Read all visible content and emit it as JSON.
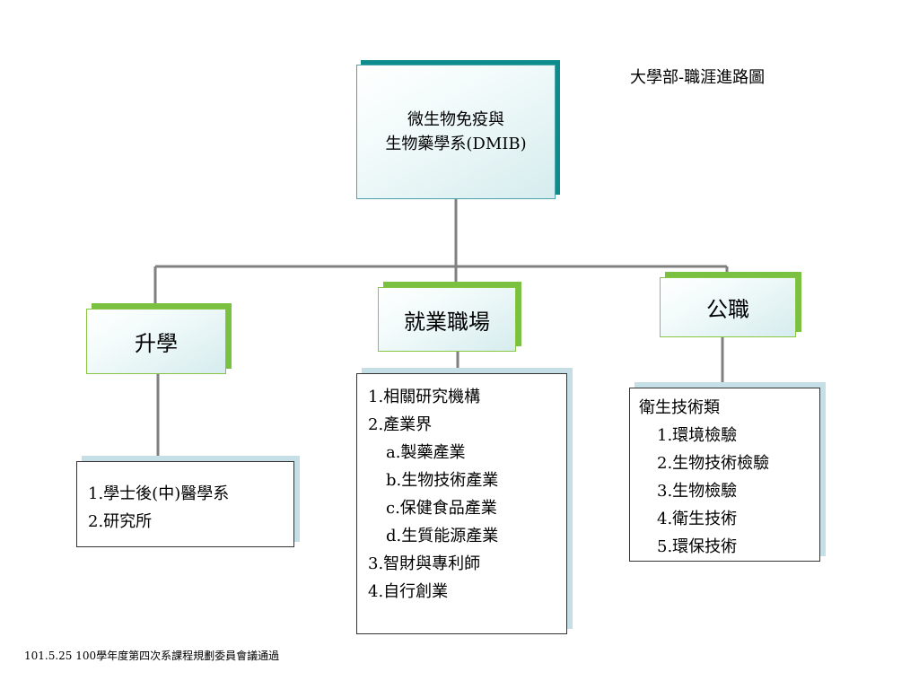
{
  "title": "大學部-職涯進路圖",
  "root": {
    "line1": "微生物免疫與",
    "line2": "生物藥學系(DMIB)"
  },
  "branches": {
    "study": {
      "label": "升學"
    },
    "work": {
      "label": "就業職場"
    },
    "civil": {
      "label": "公職"
    }
  },
  "details": {
    "study": [
      "1.學士後(中)醫學系",
      "2.研究所"
    ],
    "work": [
      "1.相關研究機構",
      "2.產業界",
      "a.製藥產業",
      "b.生物技術產業",
      "c.保健食品產業",
      "d.生質能源產業",
      "3.智財與專利師",
      "4.自行創業"
    ],
    "civil": [
      "衛生技術類",
      "1.環境檢驗",
      "2.生物技術檢驗",
      "3.生物檢驗",
      "4.衛生技術",
      "5.環保技術"
    ]
  },
  "footer": "101.5.25   100學年度第四次系課程規劃委員會議通過",
  "colors": {
    "connector": "#808080",
    "root_shadow": "#0e8c8c",
    "branch_shadow": "#7ac142",
    "detail_shadow": "#c6dfe6"
  }
}
